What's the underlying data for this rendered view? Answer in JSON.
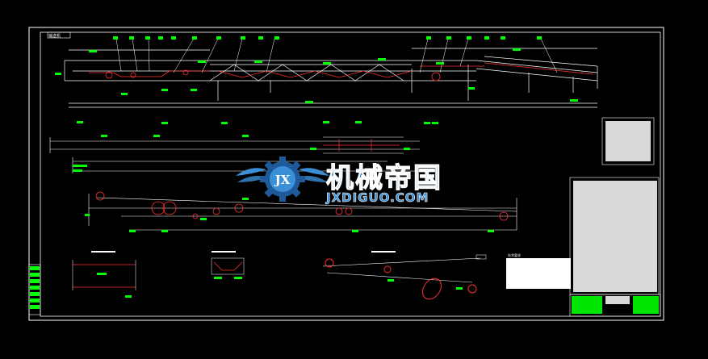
{
  "drawing": {
    "background": "#000000",
    "colors": {
      "frame": "#ffffff",
      "dimension_green": "#00ff00",
      "part_red": "#ff3030",
      "watermark_blue": "#3b8fd6",
      "watermark_dark": "#1e5a9a"
    },
    "title_tag": "输送机",
    "detail_titles": [
      "",
      "",
      "",
      ""
    ],
    "tech_requirements_label": "技术要求"
  },
  "watermark": {
    "cn_text": "机械帝国",
    "url_text": "JXDIGUO.COM",
    "logo_letters": "JX",
    "icon": "gear-wings-icon"
  }
}
